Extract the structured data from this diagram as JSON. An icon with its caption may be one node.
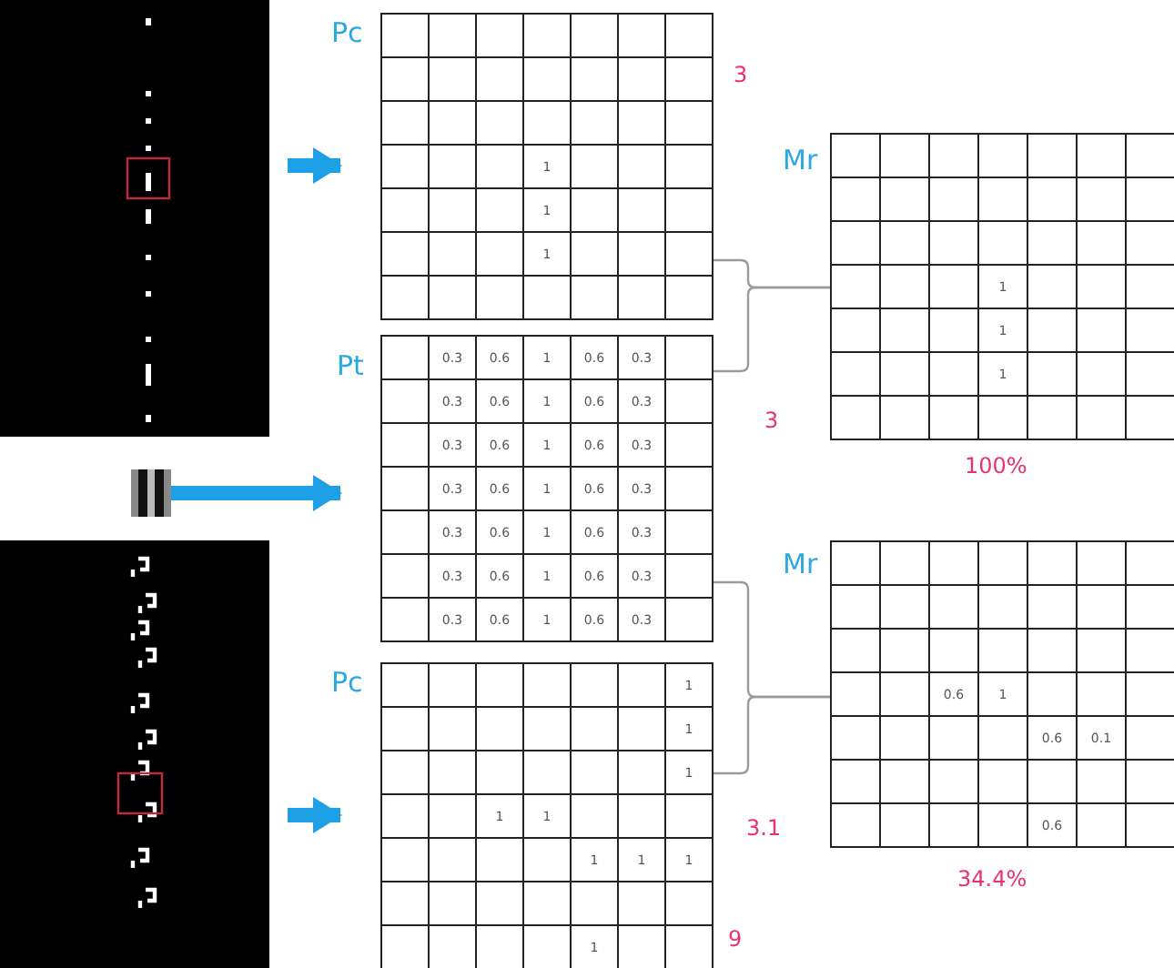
{
  "diagram": {
    "nodes": [
      {
        "text": [],
        "shape": "picture"
      },
      {
        "text": [],
        "shape": "picture"
      },
      {
        "text": [],
        "shape": "picture"
      },
      {
        "text": [
          "Pc",
          "1",
          "1",
          "1"
        ],
        "beside": [
          "3"
        ]
      },
      {
        "text": [
          "Pt",
          "0.3",
          "0.6",
          "1",
          "0.6",
          "0.3",
          "0.3",
          "0.6",
          "1",
          "0.6",
          "0.3",
          "0.3",
          "0.6",
          "1",
          "0.6",
          "0.3",
          "0.3",
          "0.6",
          "1",
          "0.6",
          "0.3",
          "0.3",
          "0.6",
          "1",
          "0.6",
          "0.3",
          "0.3",
          "0.6",
          "1",
          "0.6",
          "0.3",
          "0.3",
          "0.6",
          "1",
          "0.6",
          "0.3"
        ]
      },
      {
        "text": [
          "Pc",
          "1",
          "1",
          "1",
          "1",
          "1",
          "1",
          "1",
          "1",
          "1"
        ],
        "beside": [
          "9"
        ]
      },
      {
        "text": [
          "Mr",
          "1",
          "1",
          "1"
        ],
        "beside": [
          "3",
          "100%"
        ]
      },
      {
        "text": [
          "Mr",
          "0.6",
          "1",
          "0.6",
          "0.1",
          "0.6"
        ],
        "beside": [
          "3.1",
          "34.4%"
        ]
      }
    ],
    "edges": [
      {
        "from": 0,
        "to": 3,
        "arrow": "to",
        "style": "thick",
        "color": "#1ea0e6"
      },
      {
        "from": 1,
        "to": 4,
        "arrow": "to",
        "style": "thick",
        "color": "#1ea0e6"
      },
      {
        "from": 2,
        "to": 5,
        "arrow": "to",
        "style": "thick",
        "color": "#1ea0e6"
      },
      {
        "from": 3,
        "to": 6,
        "arrow": "none"
      },
      {
        "from": 4,
        "to": 6,
        "arrow": "none"
      },
      {
        "from": 4,
        "to": 7,
        "arrow": "none"
      },
      {
        "from": 5,
        "to": 7,
        "arrow": "none"
      }
    ]
  }
}
